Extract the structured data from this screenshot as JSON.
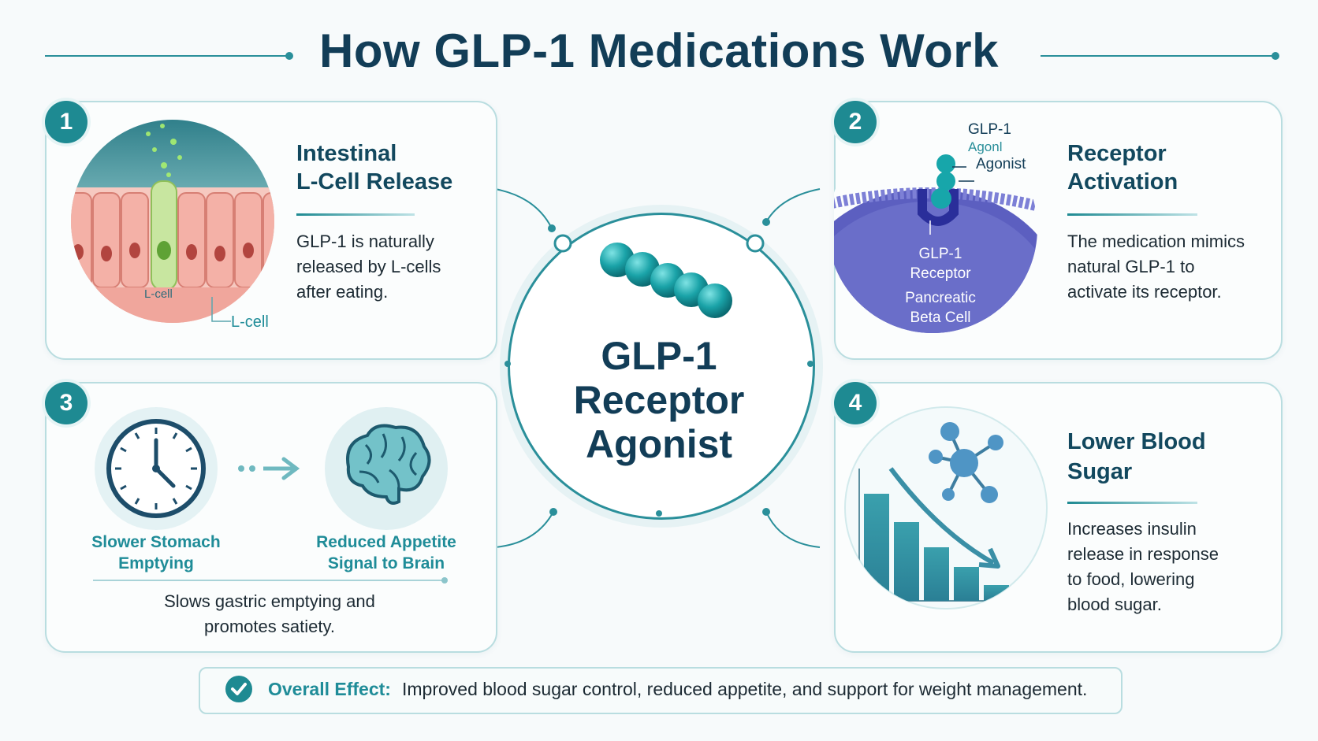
{
  "title": "How GLP-1 Medications Work",
  "colors": {
    "teal": "#1e8a92",
    "navy": "#123d57",
    "accent": "#1f8c98"
  },
  "center": {
    "line1": "GLP-1",
    "line2": "Receptor",
    "line3": "Agonist",
    "icon": "molecule-chain-icon"
  },
  "steps": [
    {
      "number": "1",
      "title_line1": "Intestinal",
      "title_line2": "L-Cell Release",
      "description": [
        "GLP-1 is naturally",
        "released by L-cells",
        "after eating."
      ],
      "image_labels": [
        "L-cell",
        "L-cell"
      ]
    },
    {
      "number": "2",
      "title_line1": "Receptor",
      "title_line2": "Activation",
      "description": [
        "The medication mimics",
        "natural GLP-1 to",
        "activate its receptor."
      ],
      "image_labels": {
        "agonist_top": "GLP-1",
        "agonist_mid": "Agonl",
        "agonist_bottom": "Agonist",
        "receptor_1": "GLP-1",
        "receptor_2": "Receptor",
        "cell_1": "Pancreatic",
        "cell_2": "Beta Cell"
      }
    },
    {
      "number": "3",
      "left_label": [
        "Slower Stomach",
        "Emptying"
      ],
      "right_label": [
        "Reduced Appetite",
        "Signal to Brain"
      ],
      "description": [
        "Slows gastric emptying and",
        "promotes satiety."
      ],
      "icons": [
        "clock-icon",
        "arrow-right-icon",
        "brain-icon"
      ]
    },
    {
      "number": "4",
      "title_line1": "Lower Blood",
      "title_line2": "Sugar",
      "description": [
        "Increases insulin",
        "release in response",
        "to food, lowering",
        "blood sugar."
      ],
      "icons": [
        "bar-chart-icon",
        "molecule-icon"
      ]
    }
  ],
  "effect": {
    "label": "Overall Effect:",
    "text": "Improved blood sugar control, reduced appetite, and support for weight management.",
    "icon": "check-icon"
  }
}
